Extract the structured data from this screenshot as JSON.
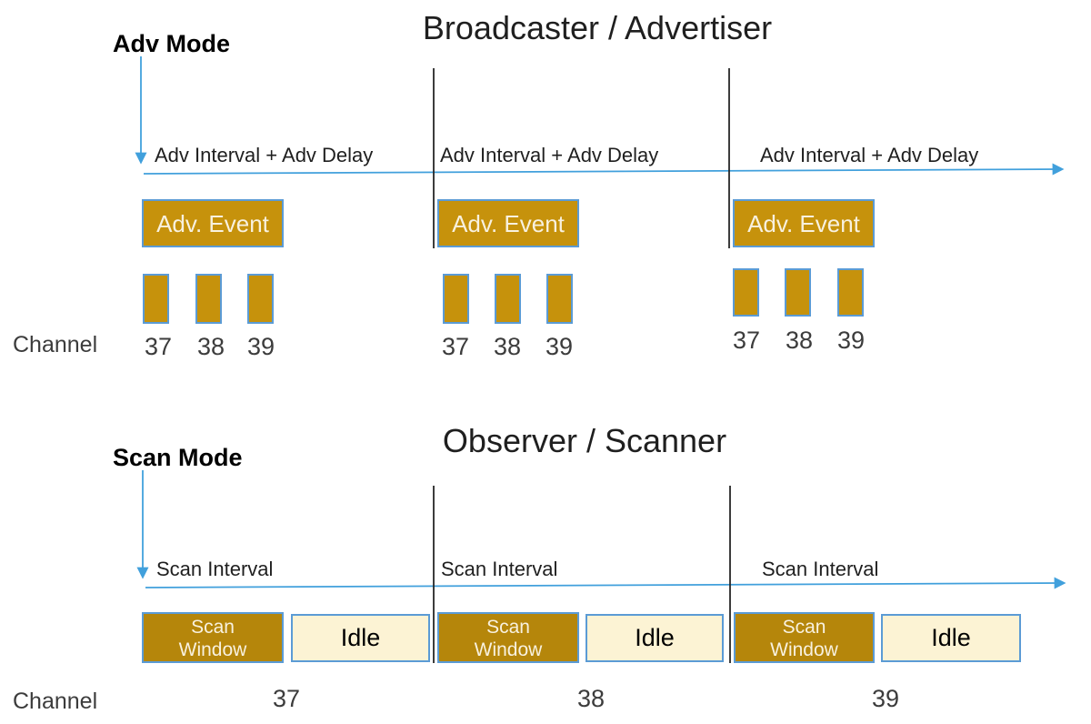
{
  "colors": {
    "gold": "#C6920C",
    "gold_dark": "#B5860B",
    "idle": "#FCF3D4",
    "border_blue": "#5B9BD5",
    "arrow_blue": "#41A0DC",
    "line_dark": "#262626",
    "text_dark": "#1F1F1F",
    "text_gray": "#3C3C3C",
    "box_text": "#F8F1DF"
  },
  "advertiser": {
    "title": "Broadcaster / Advertiser",
    "mode_label": "Adv Mode",
    "interval_label": "Adv Interval + Adv Delay",
    "event_label": "Adv. Event",
    "channel_label": "Channel",
    "channels": [
      "37",
      "38",
      "39"
    ]
  },
  "scanner": {
    "title": "Observer / Scanner",
    "mode_label": "Scan Mode",
    "interval_label": "Scan Interval",
    "scan_window_line1": "Scan",
    "scan_window_line2": "Window",
    "idle_label": "Idle",
    "channel_label": "Channel",
    "channels": [
      "37",
      "38",
      "39"
    ]
  }
}
